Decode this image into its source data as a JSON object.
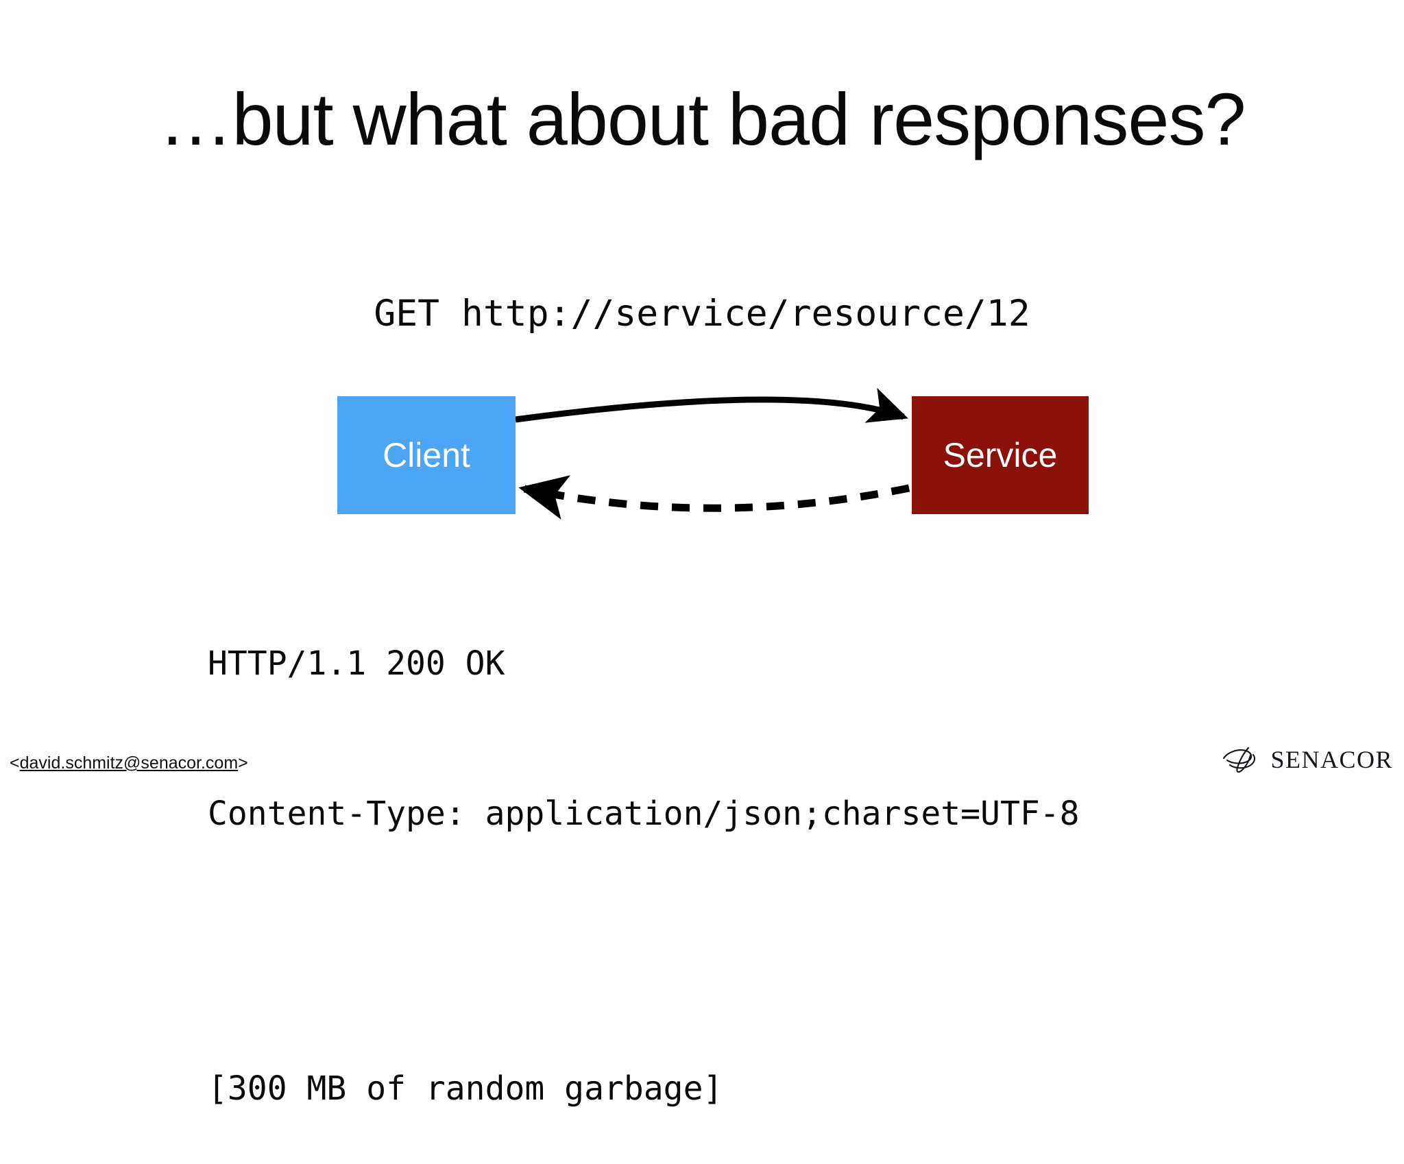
{
  "slide": {
    "title": "…but what about bad responses?",
    "background_color": "#ffffff",
    "text_color": "#0a0a0a"
  },
  "request": {
    "line": "GET http://service/resource/12"
  },
  "diagram": {
    "client": {
      "label": "Client",
      "color": "#4da6f5",
      "text_color": "#ffffff"
    },
    "service": {
      "label": "Service",
      "color": "#8b1208",
      "text_color": "#ffffff"
    },
    "arrows": [
      {
        "name": "request-arrow",
        "from": "client",
        "to": "service",
        "style": "solid",
        "direction": "right"
      },
      {
        "name": "response-arrow",
        "from": "service",
        "to": "client",
        "style": "dashed",
        "direction": "left"
      }
    ]
  },
  "response": {
    "status_line": "HTTP/1.1 200 OK",
    "content_type_line": "Content-Type: application/json;charset=UTF-8",
    "body_line": "[300 MB of random garbage]"
  },
  "footer": {
    "email_prefix": "<",
    "email": "david.schmitz@senacor.com",
    "email_suffix": ">",
    "logo_text": "SENACOR",
    "logo_icon": "senacor-swirl-icon"
  }
}
